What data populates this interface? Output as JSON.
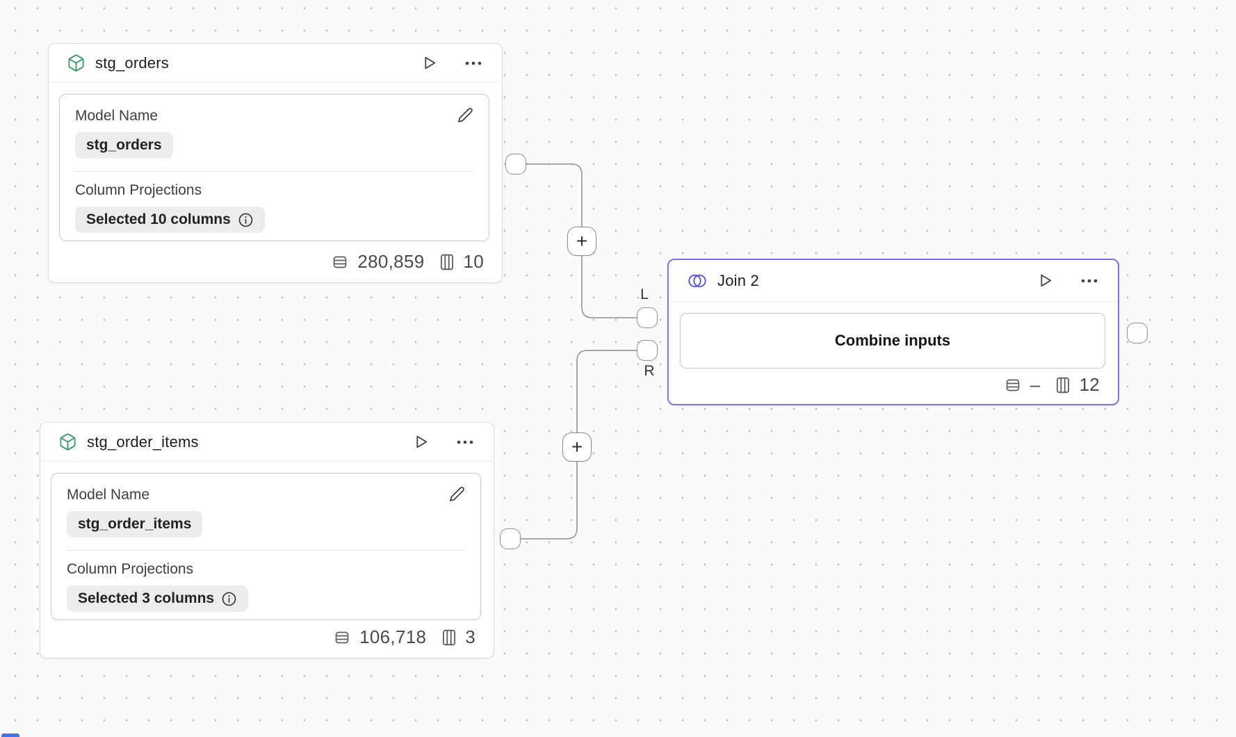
{
  "canvas": {
    "plus_label": "+"
  },
  "nodes": [
    {
      "title": "stg_orders",
      "model_name_label": "Model Name",
      "model_name_value": "stg_orders",
      "projections_label": "Column Projections",
      "projections_value": "Selected 10 columns",
      "rows": "280,859",
      "columns": "10"
    },
    {
      "title": "stg_order_items",
      "model_name_label": "Model Name",
      "model_name_value": "stg_order_items",
      "projections_label": "Column Projections",
      "projections_value": "Selected 3 columns",
      "rows": "106,718",
      "columns": "3"
    }
  ],
  "join_node": {
    "title": "Join 2",
    "combine_button_label": "Combine inputs",
    "rows": "–",
    "columns": "12"
  },
  "ports": {
    "left_label": "L",
    "right_label": "R"
  },
  "colors": {
    "model_icon_green": "#3a9e6e",
    "join_icon_indigo": "#5a55dd",
    "join_selected_border": "#7c6ff2",
    "wire_gray": "#9d9d9d",
    "chip_background": "#ececec",
    "canvas_background": "#fafafa",
    "bottom_accent_blue": "#3f74e8"
  }
}
